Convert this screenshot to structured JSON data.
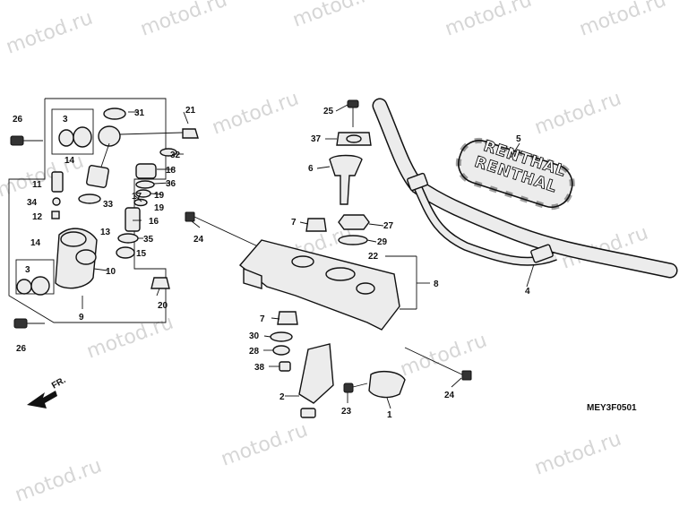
{
  "watermark": "motod.ru",
  "diagram_code": "MEY3F0501",
  "direction_label": "FR.",
  "brand_text": "RENTHAL",
  "brand_text_2": "RENTHAL",
  "labels": {
    "l1": "1",
    "l2": "2",
    "l3a": "3",
    "l3b": "3",
    "l4": "4",
    "l5": "5",
    "l6": "6",
    "l7a": "7",
    "l7b": "7",
    "l8": "8",
    "l9": "9",
    "l10": "10",
    "l11": "11",
    "l12": "12",
    "l13": "13",
    "l14a": "14",
    "l14b": "14",
    "l15": "15",
    "l16": "16",
    "l17": "17",
    "l18": "18",
    "l19a": "19",
    "l19b": "19",
    "l20": "20",
    "l21": "21",
    "l22": "22",
    "l23": "23",
    "l24a": "24",
    "l24b": "24",
    "l25": "25",
    "l26a": "26",
    "l26b": "26",
    "l27": "27",
    "l28": "28",
    "l29": "29",
    "l30": "30",
    "l31": "31",
    "l32": "32",
    "l33": "33",
    "l34": "34",
    "l35": "35",
    "l36": "36",
    "l37": "37",
    "l38": "38"
  }
}
